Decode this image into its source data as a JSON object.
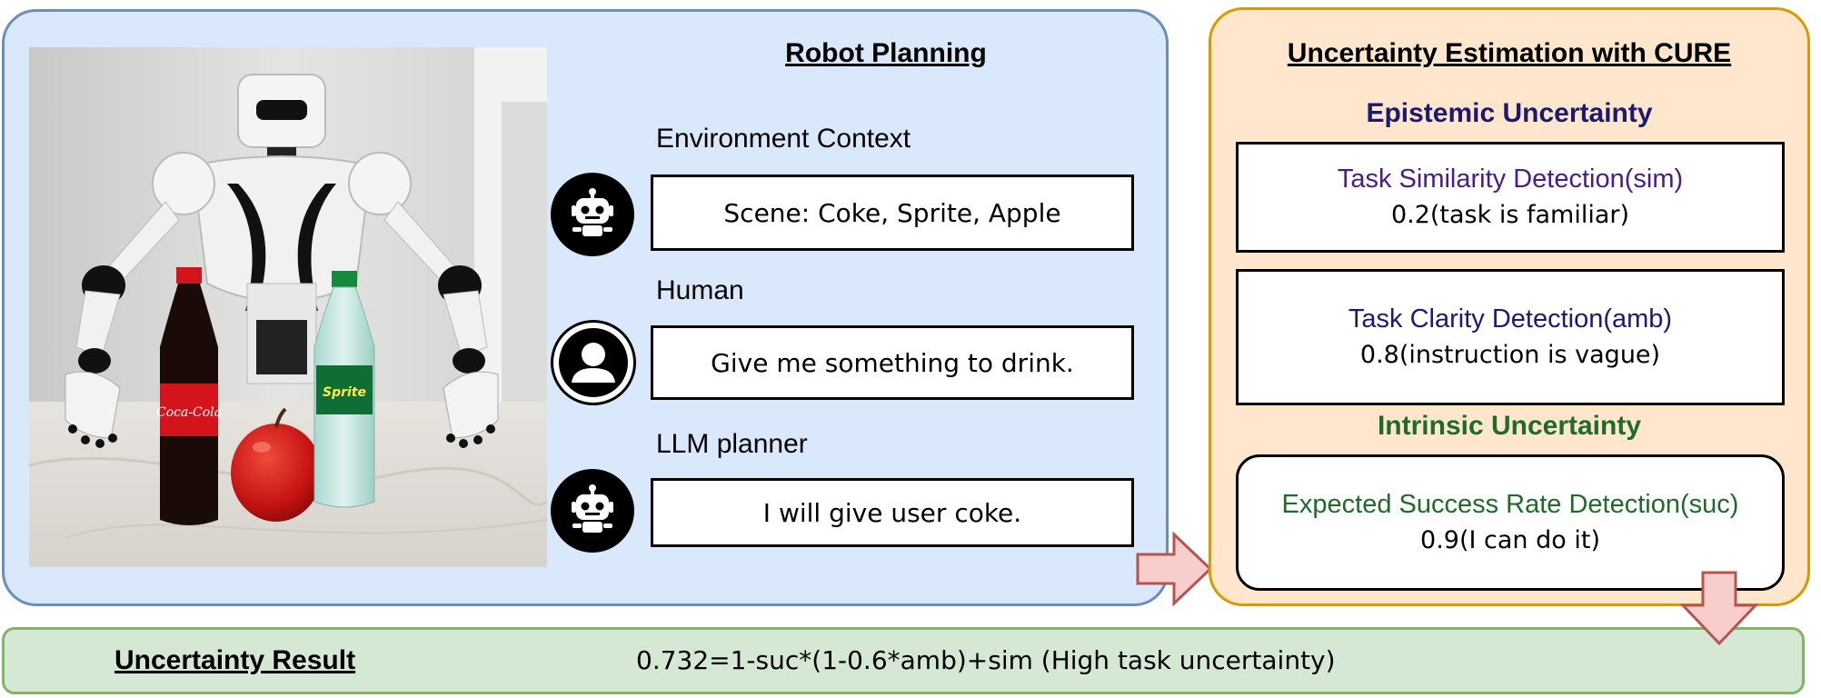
{
  "planning": {
    "title": "Robot Planning",
    "environment": {
      "label": "Environment Context",
      "message": "Scene: Coke, Sprite, Apple"
    },
    "human": {
      "label": "Human",
      "message": "Give me something to drink."
    },
    "planner": {
      "label": "LLM planner",
      "message": "I will give user coke."
    },
    "scene_text": {
      "coke": "Coca-Cola",
      "sprite": "Sprite"
    },
    "icons": {
      "environment": "robot-icon",
      "human": "person-icon",
      "planner": "robot-icon"
    }
  },
  "cure": {
    "title": "Uncertainty Estimation with CURE",
    "epistemic": {
      "heading": "Epistemic Uncertainty",
      "similarity": {
        "title": "Task Similarity Detection(sim)",
        "value": "0.2(task is familiar)"
      },
      "clarity": {
        "title": "Task Clarity Detection(amb)",
        "value": "0.8(instruction is vague)"
      }
    },
    "intrinsic": {
      "heading": "Intrinsic Uncertainty",
      "success": {
        "title": "Expected Success Rate Detection(suc)",
        "value": "0.9(I can do it)"
      }
    }
  },
  "result": {
    "label": "Uncertainty Result",
    "formula": "0.732=1-suc*(1-0.6*amb)+sim (High task uncertainty)"
  },
  "colors": {
    "planning_fill": "#dae8fc",
    "planning_border": "#6c8ebf",
    "cure_fill": "#ffe6cc",
    "cure_border": "#d79b00",
    "result_fill": "#d5e8d4",
    "result_border": "#82b366",
    "epistemic_heading": "#1a1a6e",
    "similarity_text": "#4b1a8c",
    "clarity_text": "#1a1a7a",
    "intrinsic_text": "#1e6b2a",
    "arrow_fill": "#f8cecc",
    "arrow_border": "#b85450"
  }
}
